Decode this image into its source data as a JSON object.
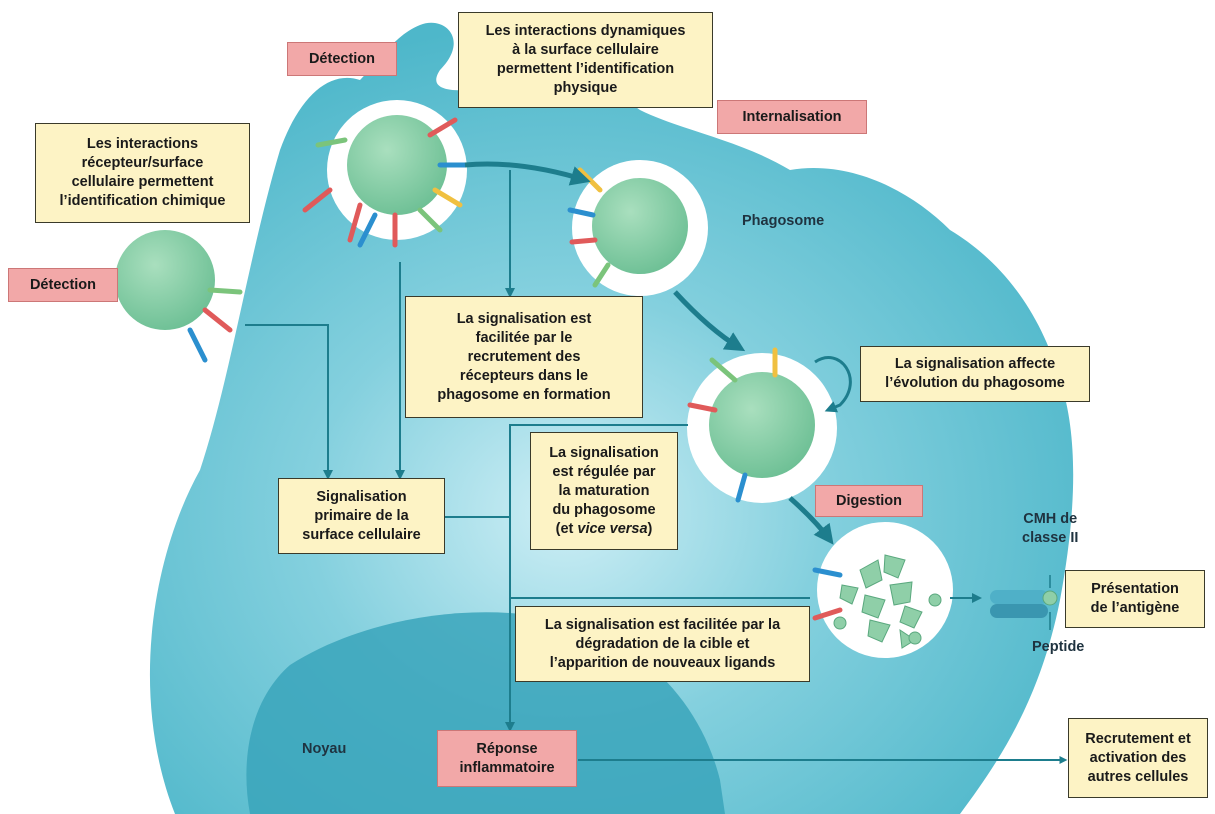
{
  "labels": {
    "detection_top": "Détection",
    "detection_left": "Détection",
    "internalisation": "Internalisation",
    "digestion": "Digestion",
    "reponse_inflammatoire": [
      "Réponse",
      "inflammatoire"
    ]
  },
  "boxes": {
    "interactions_dynamiques": [
      "Les interactions dynamiques",
      "à la surface cellulaire",
      "permettent l’identification",
      "physique"
    ],
    "interactions_recepteur": [
      "Les interactions",
      "récepteur/surface",
      "cellulaire permettent",
      "l’identification chimique"
    ],
    "signalisation_recrutement": [
      "La signalisation est",
      "facilitée par le",
      "recrutement des",
      "récepteurs dans le",
      "phagosome en formation"
    ],
    "signalisation_evolution": [
      "La signalisation affecte",
      "l’évolution du phagosome"
    ],
    "signalisation_regulee": [
      "La signalisation",
      "est régulée par",
      "la maturation",
      "du phagosome"
    ],
    "signalisation_regulee_last_prefix": "(et ",
    "signalisation_regulee_last_italic": "vice versa",
    "signalisation_regulee_last_suffix": ")",
    "signalisation_primaire": [
      "Signalisation",
      "primaire de la",
      "surface cellulaire"
    ],
    "signalisation_degradation": [
      "La signalisation est facilitée par la",
      "dégradation de la cible et",
      "l’apparition de nouveaux ligands"
    ],
    "presentation_antigene": [
      "Présentation",
      "de l’antigène"
    ],
    "recrutement_activation": [
      "Recrutement et",
      "activation des",
      "autres cellules"
    ]
  },
  "plain_labels": {
    "phagosome": "Phagosome",
    "cmh": [
      "CMH de",
      "classe II"
    ],
    "peptide": "Peptide",
    "noyau": "Noyau"
  },
  "colors": {
    "cell": "#5cbfd0",
    "cell_light": "#bfe6ef",
    "nucleus": "#3aa5bb",
    "particle": "#8fcfa8",
    "arrow": "#1d7d8d",
    "box_yellow": "#fdf3c5",
    "box_red": "#f2a8a8"
  }
}
